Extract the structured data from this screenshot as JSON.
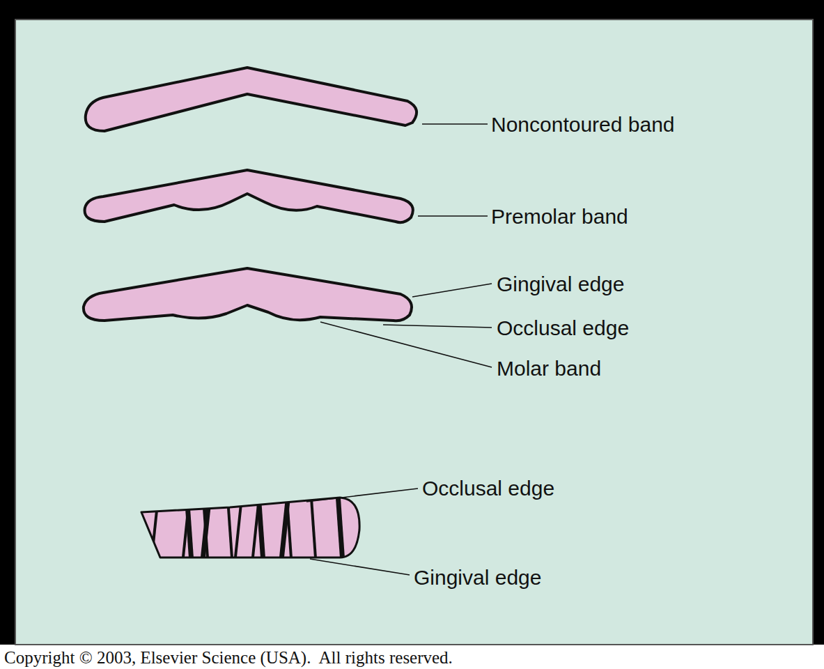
{
  "diagram": {
    "caption": "Copyright © 2003, Elsevier Science (USA).  All rights reserved.",
    "labels": [
      "Noncontoured band",
      "Premolar band",
      "Gingival edge",
      "Occlusal edge",
      "Molar band",
      "Occlusal edge",
      "Gingival edge"
    ]
  }
}
